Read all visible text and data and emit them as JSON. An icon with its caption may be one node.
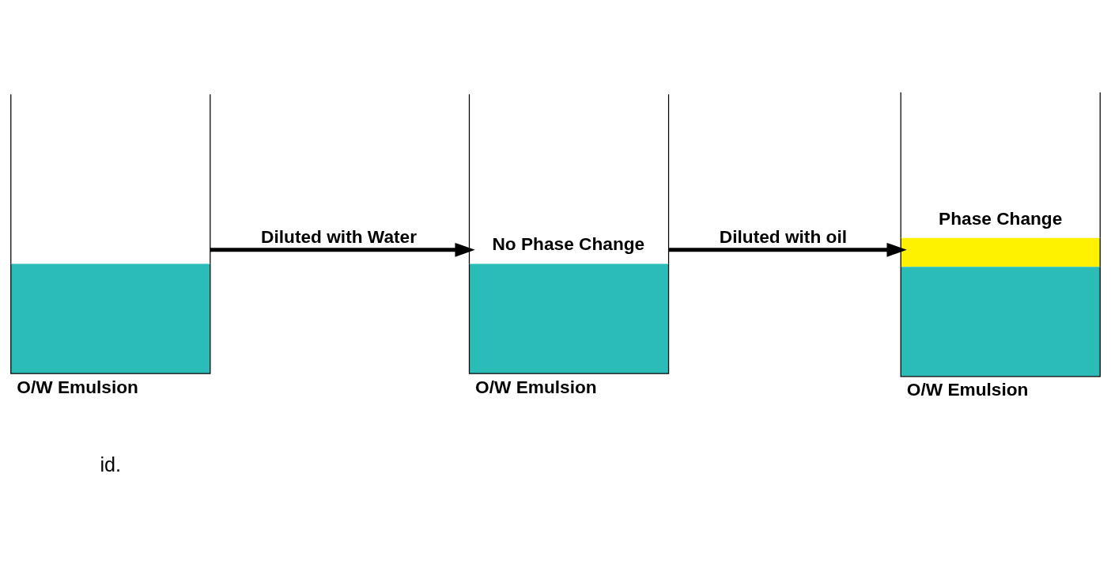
{
  "diagram": {
    "nodes": [
      {
        "text": [
          "O/W Emulsion"
        ]
      },
      {
        "text": [
          "No Phase Change",
          "O/W Emulsion"
        ]
      },
      {
        "text": [
          "Phase Change",
          "O/W Emulsion"
        ]
      }
    ],
    "edges": [
      {
        "from": 0,
        "to": 1,
        "arrow": "to",
        "label": "Diluted with Water"
      },
      {
        "from": 1,
        "to": 2,
        "arrow": "to",
        "label": "Diluted with oil"
      }
    ],
    "labels": [
      "id."
    ]
  }
}
